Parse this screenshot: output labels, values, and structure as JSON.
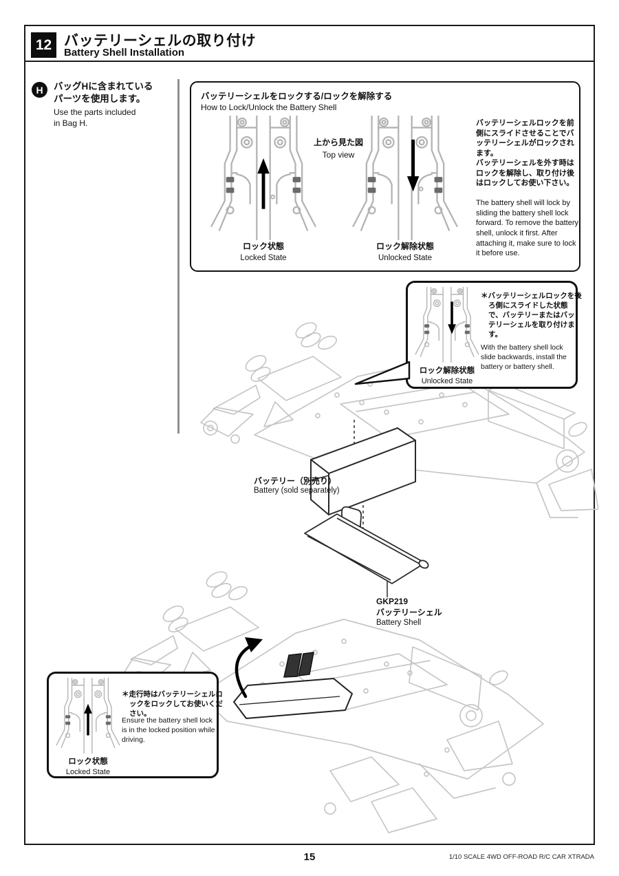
{
  "header": {
    "step_number": "12",
    "title_jp": "バッテリーシェルの取り付け",
    "title_en": "Battery Shell Installation"
  },
  "bag_note": {
    "badge": "H",
    "jp": "バッグHに含まれている\nパーツを使用します。",
    "en": "Use the parts included\nin Bag H."
  },
  "lock_box": {
    "title_jp": "バッテリーシェルをロックする/ロックを解除する",
    "title_en": "How to Lock/Unlock the Battery Shell",
    "top_view_jp": "上から見た図",
    "top_view_en": "Top view",
    "locked_jp": "ロック状態",
    "locked_en": "Locked State",
    "unlocked_jp": "ロック解除状態",
    "unlocked_en": "Unlocked State",
    "para1_jp": "バッテリーシェルロックを前側にスライドさせることでバッテリーシェルがロックされます。",
    "para2_jp": "バッテリーシェルを外す時はロックを解除し、取り付け後はロックしてお使い下さい。",
    "para_en": "The battery shell will lock by sliding the battery shell lock forward. To remove the battery shell, unlock it first. After attaching it, make sure to lock it before use."
  },
  "install_callout": {
    "jp": "＊バッテリーシェルロックを後ろ側にスライドした状態で、バッテリーまたはバッテリーシェルを取り付けます。",
    "en": "With the battery shell lock slide backwards, install the battery or battery shell.",
    "unlocked_jp": "ロック解除状態",
    "unlocked_en": "Unlocked State"
  },
  "part_labels": {
    "battery_jp": "バッテリー（別売り）",
    "battery_en": "Battery (sold separately)",
    "shell_code": "GKP219",
    "shell_jp": "バッテリーシェル",
    "shell_en": "Battery Shell"
  },
  "driving_callout": {
    "jp": "＊走行時はバッテリーシェルロックをロックしてお使いください。",
    "en": "Ensure the battery shell lock is in the locked position while driving.",
    "locked_jp": "ロック状態",
    "locked_en": "Locked State"
  },
  "footer": {
    "page_number": "15",
    "model_text": "1/10 SCALE 4WD OFF-ROAD R/C CAR XTRADA"
  },
  "colors": {
    "ink": "#111111",
    "line_art": "#c6c6c6",
    "dark_part": "#2a2a2a"
  }
}
